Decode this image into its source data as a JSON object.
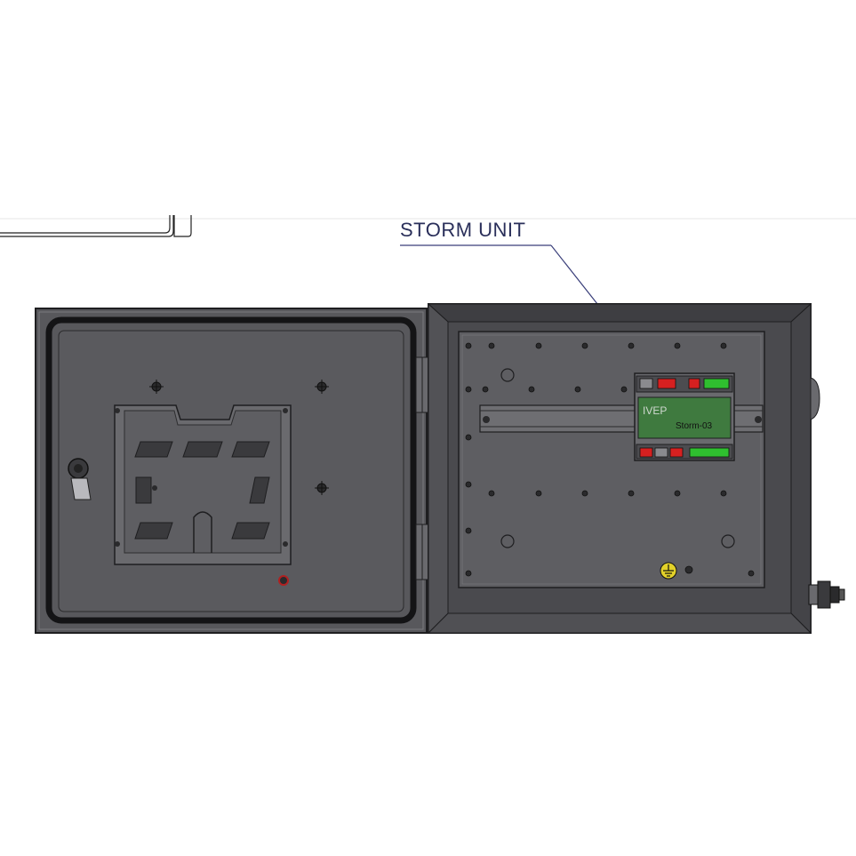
{
  "callout": {
    "label": "STORM UNIT"
  },
  "device": {
    "brand": "IVEP",
    "model": "Storm-03"
  },
  "colors": {
    "enclosure": "#56565a",
    "enclosure_dark": "#3a3a3d",
    "panel": "#5d5d61",
    "outline": "#1e1e20",
    "leader": "#3a3f7a",
    "indicator_red": "#d62020",
    "indicator_green": "#2fbf2f",
    "device_face": "#3f7a3f"
  },
  "icons": [
    "key-lock-icon",
    "ground-symbol-icon",
    "cable-gland-icon",
    "mounting-bracket-icon"
  ]
}
